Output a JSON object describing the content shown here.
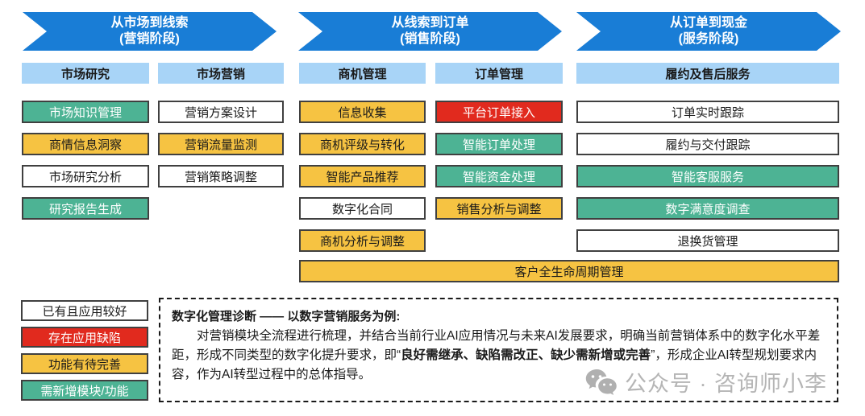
{
  "colors": {
    "arrow_blue": "#197dd6",
    "header_blue": "#a8d4f7",
    "border_dark": "#404040",
    "watermark_gray": "#b5b5b5"
  },
  "palette": {
    "good": {
      "bg": "#ffffff",
      "text": "#1a1a1a"
    },
    "defect": {
      "bg": "#e12a1e",
      "text": "#ffffff"
    },
    "improve": {
      "bg": "#f6c342",
      "text": "#1a1a1a"
    },
    "new": {
      "bg": "#4db394",
      "text": "#ffffff"
    }
  },
  "arrows": [
    {
      "title": "从市场到线索",
      "subtitle": "(营销阶段)"
    },
    {
      "title": "从线索到订单",
      "subtitle": "(销售阶段)"
    },
    {
      "title": "从订单到现金",
      "subtitle": "(服务阶段)"
    }
  ],
  "column_headers": [
    "市场研究",
    "市场营销",
    "商机管理",
    "订单管理",
    "履约及售后服务"
  ],
  "columns": [
    {
      "header": "市场研究",
      "boxes": [
        {
          "label": "市场知识管理",
          "type": "new"
        },
        {
          "label": "商情信息洞察",
          "type": "improve"
        },
        {
          "label": "市场研究分析",
          "type": "good"
        },
        {
          "label": "研究报告生成",
          "type": "new"
        }
      ]
    },
    {
      "header": "市场营销",
      "boxes": [
        {
          "label": "营销方案设计",
          "type": "good"
        },
        {
          "label": "营销流量监测",
          "type": "improve"
        },
        {
          "label": "营销策略调整",
          "type": "good"
        }
      ]
    },
    {
      "header": "商机管理",
      "boxes": [
        {
          "label": "信息收集",
          "type": "improve"
        },
        {
          "label": "商机评级与转化",
          "type": "improve"
        },
        {
          "label": "智能产品推荐",
          "type": "improve"
        },
        {
          "label": "数字化合同",
          "type": "good"
        },
        {
          "label": "商机分析与调整",
          "type": "improve"
        }
      ]
    },
    {
      "header": "订单管理",
      "boxes": [
        {
          "label": "平台订单接入",
          "type": "defect"
        },
        {
          "label": "智能订单处理",
          "type": "new"
        },
        {
          "label": "智能资金处理",
          "type": "new"
        },
        {
          "label": "销售分析与调整",
          "type": "improve"
        }
      ]
    },
    {
      "header": "履约及售后服务",
      "boxes": [
        {
          "label": "订单实时跟踪",
          "type": "good"
        },
        {
          "label": "履约与交付跟踪",
          "type": "good"
        },
        {
          "label": "智能客服服务",
          "type": "new"
        },
        {
          "label": "数字满意度调查",
          "type": "new"
        },
        {
          "label": "退换货管理",
          "type": "good"
        }
      ]
    }
  ],
  "wide_box": {
    "label": "客户全生命周期管理",
    "type": "improve"
  },
  "legend": [
    {
      "label": "已有且应用较好",
      "type": "good"
    },
    {
      "label": "存在应用缺陷",
      "type": "defect"
    },
    {
      "label": "功能有待完善",
      "type": "improve"
    },
    {
      "label": "需新增模块/功能",
      "type": "new"
    }
  ],
  "diagnosis": {
    "title": "数字化管理诊断 —— 以数字营销服务为例:",
    "body_pre": "对营销模块全流程进行梳理，并结合当前行业AI应用情况与未来AI发展要求，明确当前营销体系中的数字化水平差距，形成不同类型的数字化提升要求，即“",
    "body_bold": "良好需继承、缺陷需改正、缺少需新增或完善",
    "body_post": "”，形成企业AI转型规划要求内容，作为AI转型过程中的总体指导。"
  },
  "watermark": {
    "text": "公众号 · 咨询师小李"
  }
}
